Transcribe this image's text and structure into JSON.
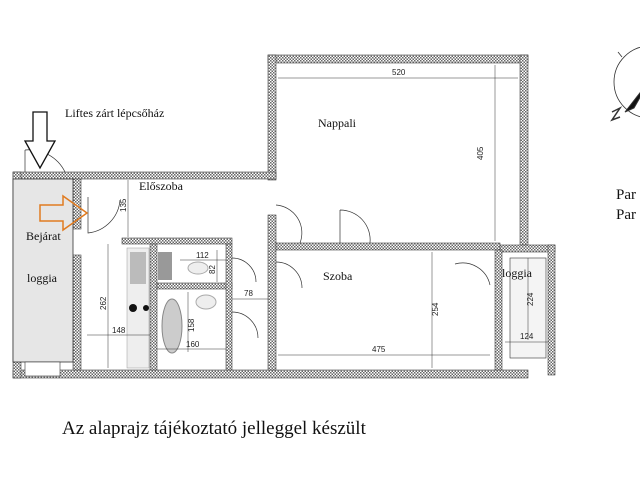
{
  "labels": {
    "stairwell": "Liftes zárt lépcsőház",
    "hall": "Előszoba",
    "living": "Nappali",
    "room": "Szoba",
    "entrance": "Bejárat",
    "loggia_left": "loggia",
    "loggia_right": "loggia",
    "right_line1": "Par",
    "right_line2": "Par",
    "footer": "Az alaprajz tájékoztató jelleggel készült"
  },
  "dimensions": {
    "living_width": "520",
    "living_depth": "405",
    "hall_depth": "135",
    "wc_width": "112",
    "wc_depth": "82",
    "corridor_width": "78",
    "kitchen_depth": "262",
    "kitchen_width": "148",
    "bath_depth": "158",
    "bath_width": "160",
    "room_width": "475",
    "room_depth": "254",
    "loggia_depth": "224",
    "loggia_width": "124"
  },
  "colors": {
    "wall": "#555555",
    "entry_arrow": "#e07b20",
    "loggia_fill": "#e6e6e6"
  },
  "icons": [
    "north-arrow-icon",
    "entry-arrow-icon",
    "stairwell-arrow-icon"
  ]
}
